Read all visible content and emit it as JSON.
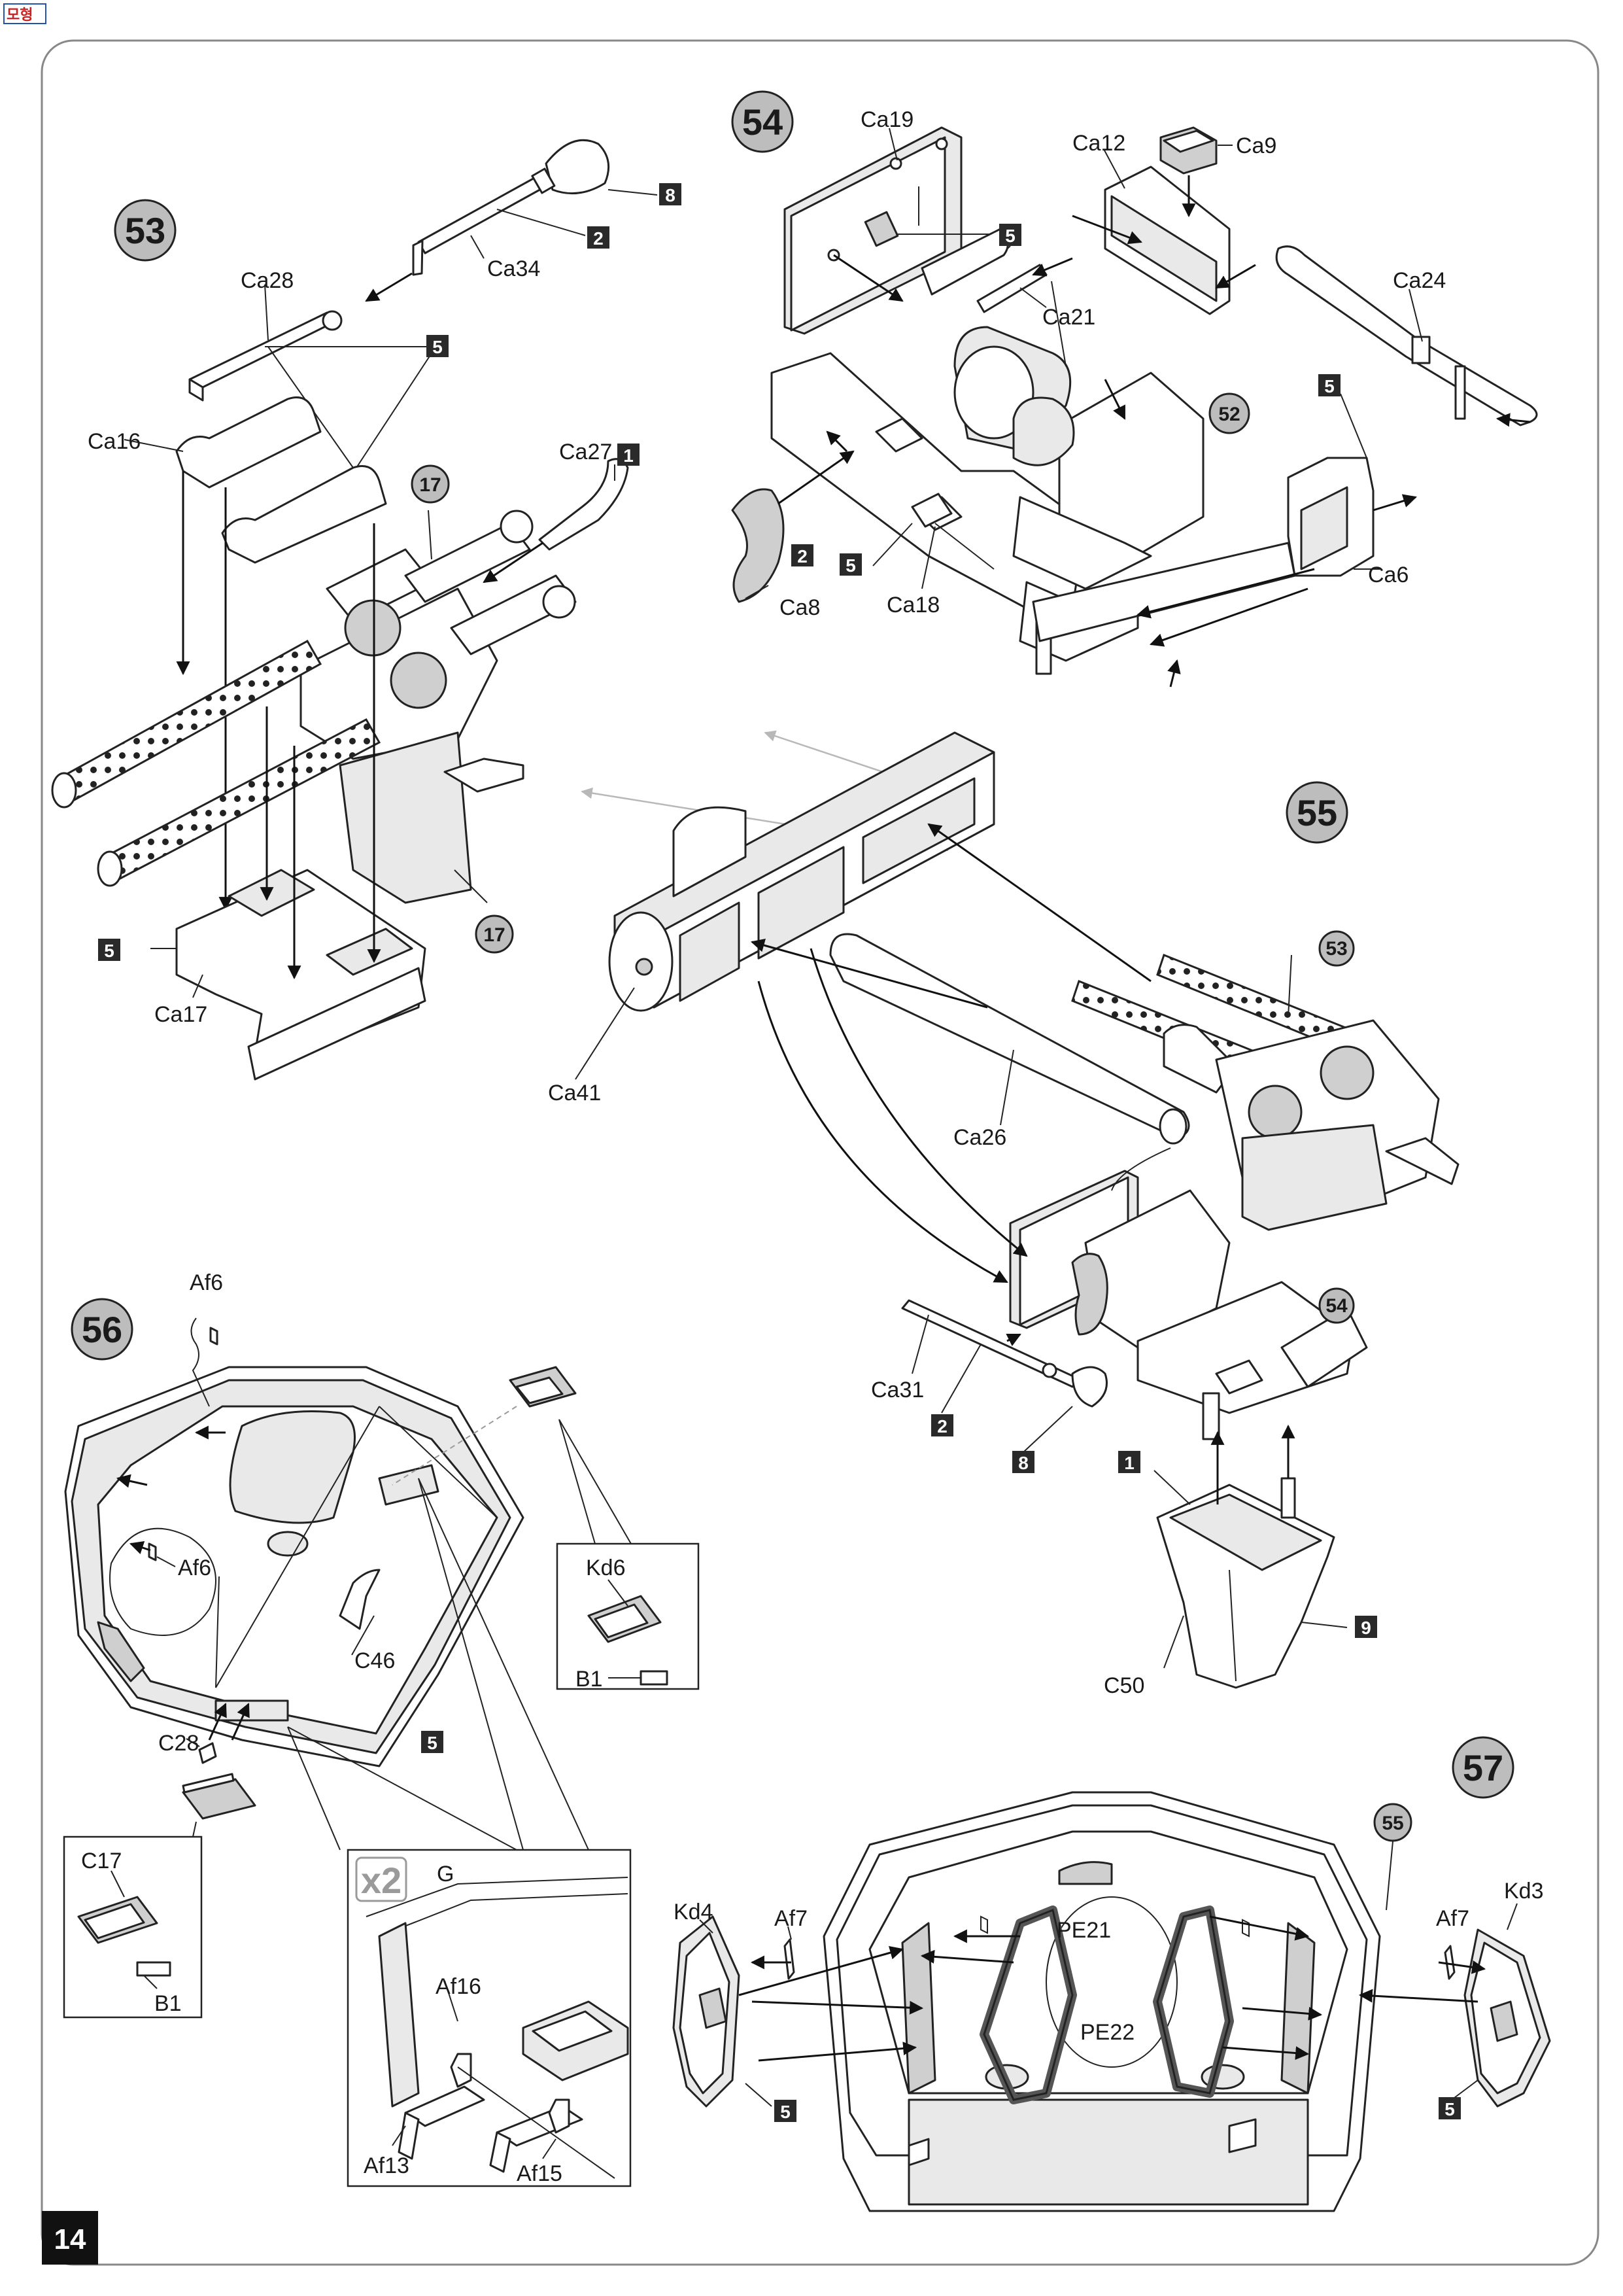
{
  "page": {
    "number": "14",
    "logo_text": "모형"
  },
  "steps": {
    "s53": {
      "number": "53",
      "labels": {
        "ca28": "Ca28",
        "ca34": "Ca34",
        "ca16": "Ca16",
        "ca27": "Ca27",
        "ca17": "Ca17"
      },
      "badges": {
        "b8": "8",
        "b2": "2",
        "b5a": "5",
        "b1": "1",
        "b5b": "5"
      },
      "refs": {
        "r17a": "17",
        "r17b": "17"
      }
    },
    "s54": {
      "number": "54",
      "labels": {
        "ca19": "Ca19",
        "ca12": "Ca12",
        "ca9": "Ca9",
        "ca24": "Ca24",
        "ca21": "Ca21",
        "ca8": "Ca8",
        "ca18": "Ca18",
        "ca6": "Ca6"
      },
      "badges": {
        "b5a": "5",
        "b5b": "5",
        "b2": "2",
        "b5c": "5"
      },
      "refs": {
        "r52": "52"
      }
    },
    "s55": {
      "number": "55",
      "labels": {
        "ca41": "Ca41",
        "ca26": "Ca26",
        "ca31": "Ca31",
        "c50": "C50"
      },
      "badges": {
        "b2": "2",
        "b8": "8",
        "b1": "1",
        "b9": "9"
      },
      "refs": {
        "r53": "53",
        "r54": "54"
      }
    },
    "s56": {
      "number": "56",
      "labels": {
        "af6a": "Af6",
        "af6b": "Af6",
        "c46": "C46",
        "c28": "C28",
        "kd6": "Kd6",
        "b1a": "B1",
        "c17": "C17",
        "b1b": "B1",
        "g": "G",
        "af16": "Af16",
        "af13": "Af13",
        "af15": "Af15"
      },
      "badges": {
        "b5": "5"
      },
      "multiplier": "x2"
    },
    "s57": {
      "number": "57",
      "labels": {
        "kd4": "Kd4",
        "af7a": "Af7",
        "pe21": "PE21",
        "pe22": "PE22",
        "af7b": "Af7",
        "kd3": "Kd3"
      },
      "badges": {
        "b5a": "5",
        "b5b": "5"
      },
      "refs": {
        "r55": "55"
      }
    }
  }
}
